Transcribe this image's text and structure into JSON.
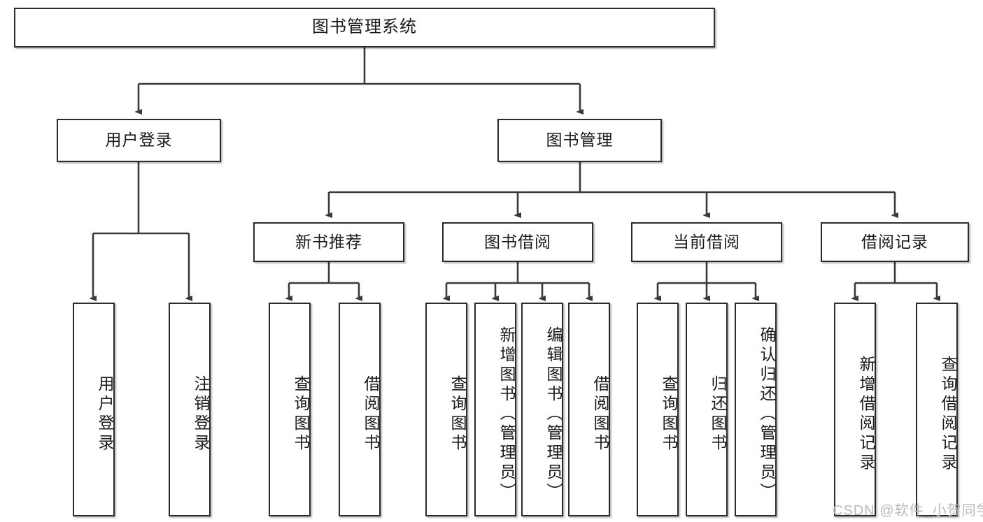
{
  "diagram": {
    "type": "tree-hierarchy",
    "title": "图书管理系统",
    "watermark": "CSDN @软件_小贺同学",
    "colors": {
      "box_border": "#2b2b2b",
      "box_fill": "#ffffff",
      "connector": "#3a3a3a",
      "text": "#1a1a1a",
      "watermark": "#b9b9b9"
    },
    "root": {
      "label": "图书管理系统"
    },
    "level2": [
      {
        "label": "用户登录"
      },
      {
        "label": "图书管理"
      }
    ],
    "level3": [
      {
        "label": "新书推荐"
      },
      {
        "label": "图书借阅"
      },
      {
        "label": "当前借阅"
      },
      {
        "label": "借阅记录"
      }
    ],
    "leaves": {
      "user_login": [
        {
          "label": "用户登录"
        },
        {
          "label": "注销登录"
        }
      ],
      "new_book_recommend": [
        {
          "label": "查询图书"
        },
        {
          "label": "借阅图书"
        }
      ],
      "book_borrow": [
        {
          "label": "查询图书"
        },
        {
          "label": "新增图书（管理员）"
        },
        {
          "label": "编辑图书（管理员）"
        },
        {
          "label": "借阅图书"
        }
      ],
      "current_borrow": [
        {
          "label": "查询图书"
        },
        {
          "label": "归还图书"
        },
        {
          "label": "确认归还（管理员）"
        }
      ],
      "borrow_record": [
        {
          "label": "新增借阅记录"
        },
        {
          "label": "查询借阅记录"
        }
      ]
    }
  }
}
